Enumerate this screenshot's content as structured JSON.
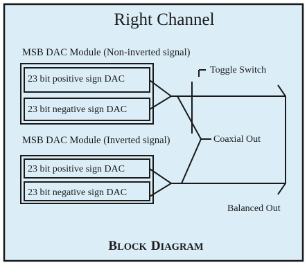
{
  "title": "Right Channel",
  "modules": [
    {
      "heading": "MSB DAC Module (Non-inverted signal)",
      "dacs": [
        "23 bit positive sign DAC",
        "23 bit negative sign DAC"
      ]
    },
    {
      "heading": "MSB DAC Module (Inverted signal)",
      "dacs": [
        "23 bit positive sign DAC",
        "23 bit negative sign DAC"
      ]
    }
  ],
  "labels": {
    "toggle_switch": "Toggle Switch",
    "coaxial_out": "Coaxial Out",
    "balanced_out": "Balanced Out"
  },
  "footer": {
    "first_initial": "B",
    "first_rest": "LOCK",
    "second_initial": "D",
    "second_rest": "IAGRAM"
  },
  "colors": {
    "panel_background": "#dbeef8",
    "line_color": "#1a1a1a"
  }
}
